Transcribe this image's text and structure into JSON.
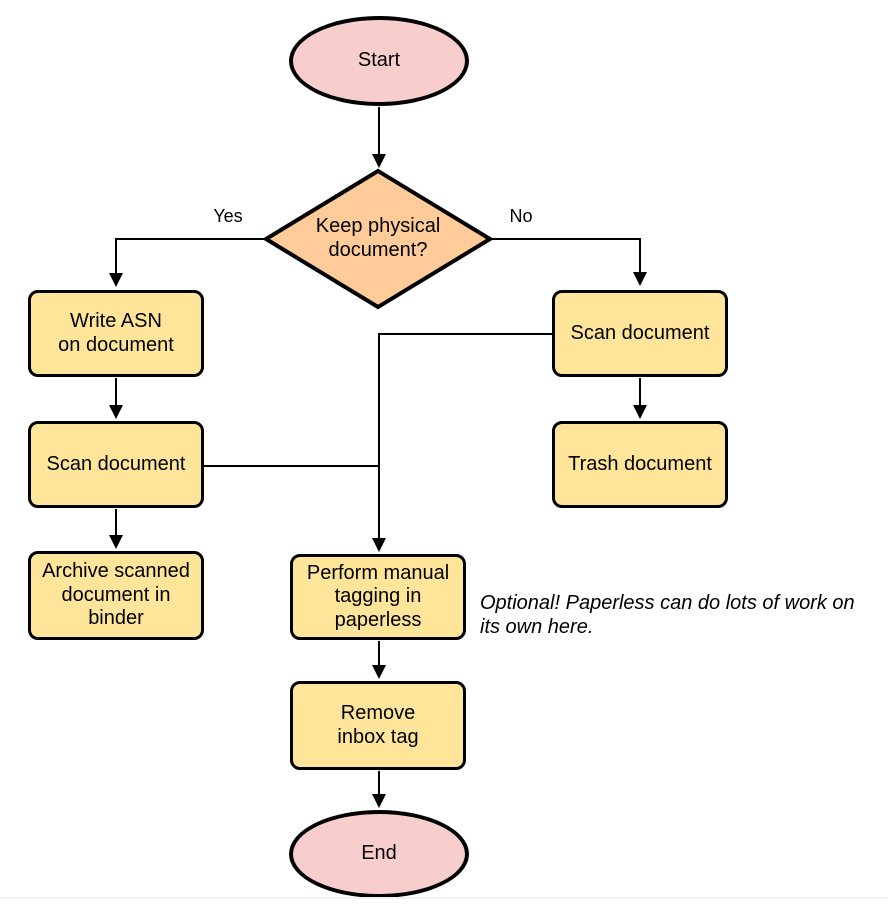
{
  "colors": {
    "terminal_fill": "#f8cecc",
    "decision_fill": "#ffcc99",
    "process_fill": "#ffe599",
    "stroke": "#000000"
  },
  "diagram": {
    "nodes": {
      "start": {
        "type": "terminal",
        "label": "Start"
      },
      "decision": {
        "type": "decision",
        "label": "Keep physical\ndocument?"
      },
      "write_asn": {
        "type": "process",
        "label": "Write ASN\non document"
      },
      "scan_left": {
        "type": "process",
        "label": "Scan document"
      },
      "archive": {
        "type": "process",
        "label": "Archive scanned\ndocument in\nbinder"
      },
      "scan_right": {
        "type": "process",
        "label": "Scan document"
      },
      "trash": {
        "type": "process",
        "label": "Trash document"
      },
      "tagging": {
        "type": "process",
        "label": "Perform manual\ntagging in\npaperless"
      },
      "remove_inbox": {
        "type": "process",
        "label": "Remove\ninbox tag"
      },
      "end": {
        "type": "terminal",
        "label": "End"
      }
    },
    "edge_labels": {
      "yes": "Yes",
      "no": "No"
    },
    "annotation": "Optional! Paperless can do lots of work on\nits own here."
  }
}
